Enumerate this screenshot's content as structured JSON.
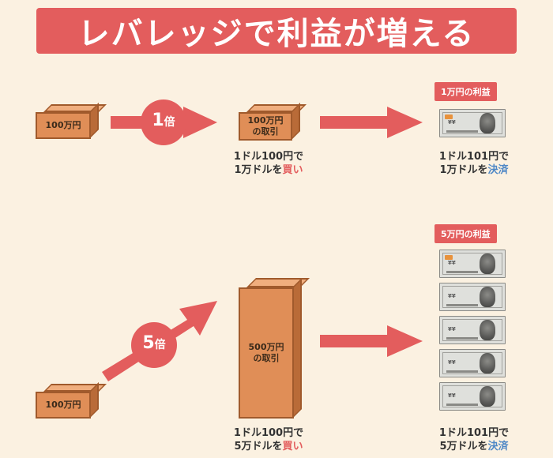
{
  "title": "レバレッジで利益が増える",
  "row1": {
    "source_box": "100万円",
    "multiplier_num": "1",
    "multiplier_unit": "倍",
    "trade_box_line1": "100万円",
    "trade_box_line2": "の取引",
    "buy_line1": "1ドル100円で",
    "buy_line2_prefix": "1万ドルを",
    "buy_word": "買い",
    "settle_line1": "1ドル101円で",
    "settle_line2_prefix": "1万ドルを",
    "settle_word": "決済",
    "profit": "1万円の利益"
  },
  "row2": {
    "source_box": "100万円",
    "multiplier_num": "5",
    "multiplier_unit": "倍",
    "trade_box_line1": "500万円",
    "trade_box_line2": "の取引",
    "buy_line1": "1ドル100円で",
    "buy_line2_prefix": "5万ドルを",
    "buy_word": "買い",
    "settle_line1": "1ドル101円で",
    "settle_line2_prefix": "5万ドルを",
    "settle_word": "決済",
    "profit": "5万円の利益"
  },
  "colors": {
    "accent_red": "#e35d5d",
    "accent_blue": "#4f88c6",
    "box_orange": "#e08e57",
    "background": "#fbf1e1"
  },
  "icons": [
    "yen-banknote-icon",
    "right-arrow-icon",
    "up-right-arrow-icon"
  ]
}
